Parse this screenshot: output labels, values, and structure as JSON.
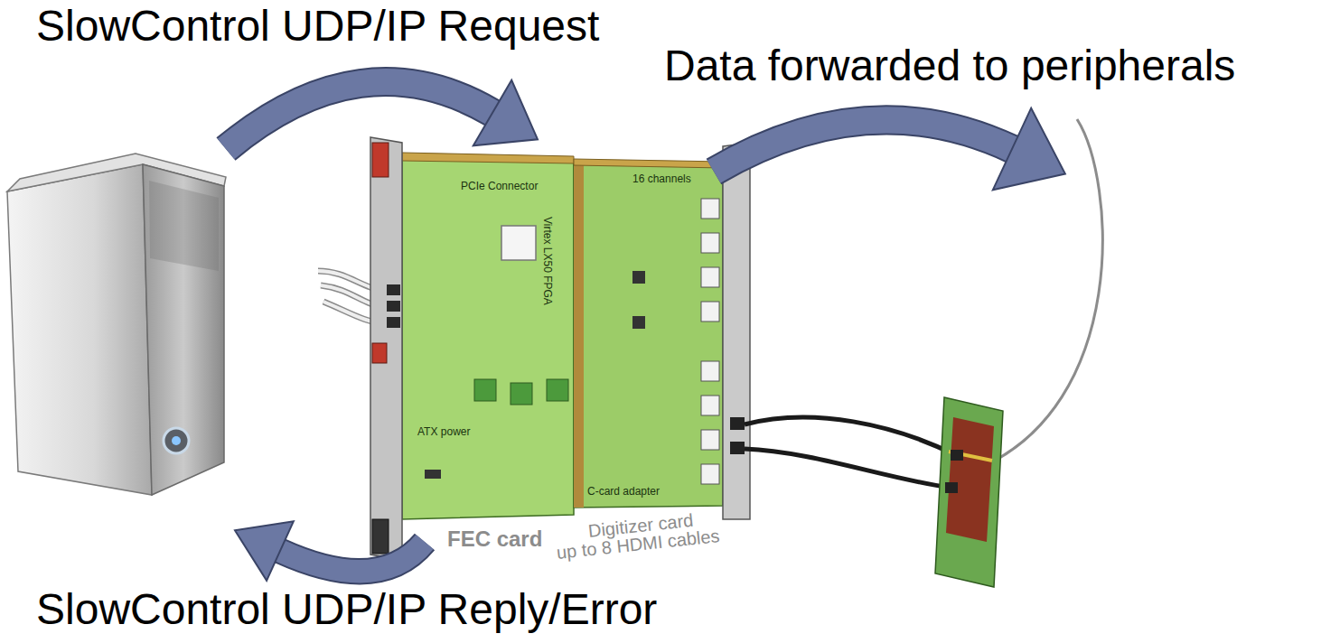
{
  "diagram": {
    "labels": [
      "SlowControl UDP/IP Request",
      "Data forwarded to peripherals",
      "PCIe Connector",
      "Virtex LX50 FPGA",
      "16 channels",
      "ATX power",
      "C-card adapter",
      "FEC card",
      "Digitizer card",
      "up to 8 HDMI cables",
      "SlowControl UDP/IP Reply/Error"
    ]
  }
}
